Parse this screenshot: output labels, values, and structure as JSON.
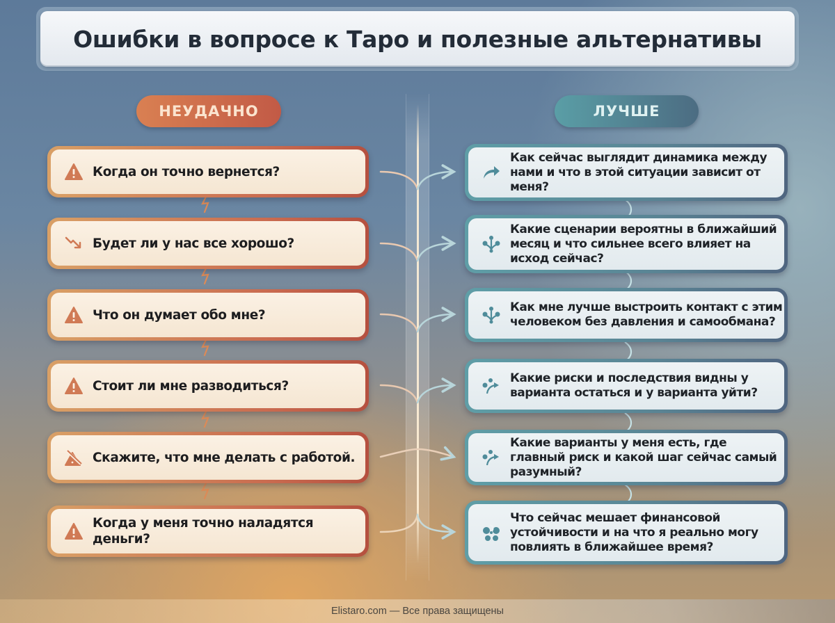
{
  "title": "Ошибки в вопросе к Таро и полезные альтернативы",
  "columns": {
    "bad_label": "НЕУДАЧНО",
    "good_label": "ЛУЧШЕ"
  },
  "bad_questions": [
    {
      "icon": "warning-triangle",
      "text": "Когда он точно вернется?"
    },
    {
      "icon": "trend-down-arrow",
      "text": "Будет ли у нас все хорошо?"
    },
    {
      "icon": "warning-triangle",
      "text": "Что он думает обо мне?"
    },
    {
      "icon": "warning-triangle",
      "text": "Стоит ли мне разводиться?"
    },
    {
      "icon": "crossed-warning",
      "text": "Скажите, что мне делать с работой."
    },
    {
      "icon": "warning-triangle",
      "text": "Когда у меня точно наладятся деньги?"
    }
  ],
  "good_questions": [
    {
      "icon": "curved-arrow",
      "text": "Как сейчас выглядит динамика между нами и что в этой ситуации зависит от меня?"
    },
    {
      "icon": "branching-dots",
      "text": "Какие сценарии вероятны в ближайший месяц и что сильнее всего влияет на исход сейчас?"
    },
    {
      "icon": "branching-dots",
      "text": "Как мне лучше выстроить контакт с этим человеком без давления и самообмана?"
    },
    {
      "icon": "dots-arrow",
      "text": "Какие риски и последствия видны у варианта остаться и у варианта уйти?"
    },
    {
      "icon": "dots-arrow",
      "text": "Какие варианты у меня есть, где главный риск и какой шаг сейчас самый разумный?"
    },
    {
      "icon": "swirl-dots",
      "text": "Что сейчас мешает финансовой устойчивости и на что я реально могу повлиять в ближайшее время?"
    }
  ],
  "colors": {
    "bad_accent": "#c96a4f",
    "bad_icon": "#d07a55",
    "good_accent": "#5a8494",
    "good_icon": "#4f8c9a"
  },
  "footer": "Elistaro.com — Все права защищены"
}
